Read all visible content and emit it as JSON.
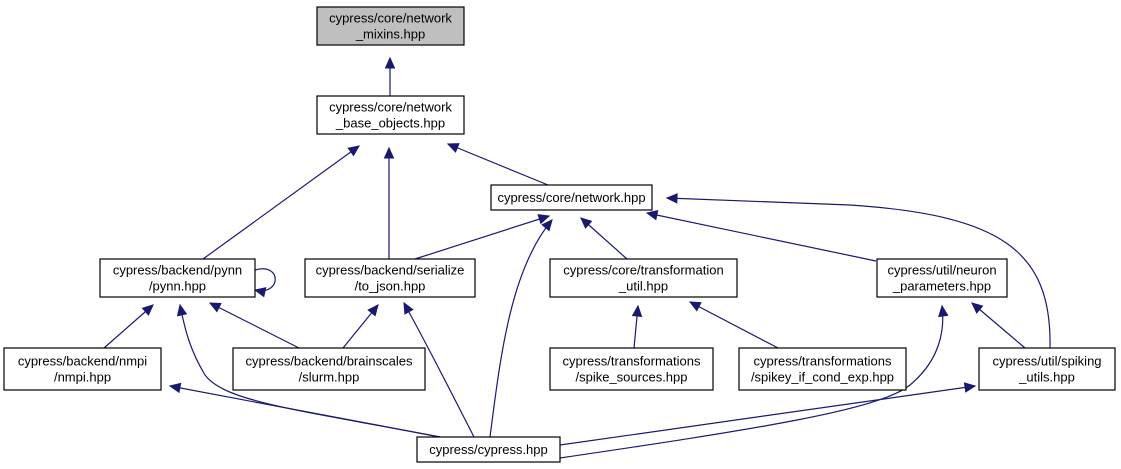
{
  "graph": {
    "nodes": [
      {
        "id": "network_mixins",
        "lines": [
          "cypress/core/network",
          "_mixins.hpp"
        ],
        "current": true
      },
      {
        "id": "network_base_objects",
        "lines": [
          "cypress/core/network",
          "_base_objects.hpp"
        ]
      },
      {
        "id": "network",
        "lines": [
          "cypress/core/network.hpp"
        ]
      },
      {
        "id": "pynn",
        "lines": [
          "cypress/backend/pynn",
          "/pynn.hpp"
        ]
      },
      {
        "id": "to_json",
        "lines": [
          "cypress/backend/serialize",
          "/to_json.hpp"
        ]
      },
      {
        "id": "transformation_util",
        "lines": [
          "cypress/core/transformation",
          "_util.hpp"
        ]
      },
      {
        "id": "neuron_parameters",
        "lines": [
          "cypress/util/neuron",
          "_parameters.hpp"
        ]
      },
      {
        "id": "nmpi",
        "lines": [
          "cypress/backend/nmpi",
          "/nmpi.hpp"
        ]
      },
      {
        "id": "slurm",
        "lines": [
          "cypress/backend/brainscales",
          "/slurm.hpp"
        ]
      },
      {
        "id": "spike_sources",
        "lines": [
          "cypress/transformations",
          "/spike_sources.hpp"
        ]
      },
      {
        "id": "spikey_if_cond_exp",
        "lines": [
          "cypress/transformations",
          "/spikey_if_cond_exp.hpp"
        ]
      },
      {
        "id": "spiking_utils",
        "lines": [
          "cypress/util/spiking",
          "_utils.hpp"
        ]
      },
      {
        "id": "cypress",
        "lines": [
          "cypress/cypress.hpp"
        ]
      }
    ],
    "edges": [
      {
        "from": "network_base_objects",
        "to": "network_mixins"
      },
      {
        "from": "network",
        "to": "network_base_objects"
      },
      {
        "from": "pynn",
        "to": "network_base_objects"
      },
      {
        "from": "to_json",
        "to": "network_base_objects"
      },
      {
        "from": "to_json",
        "to": "network"
      },
      {
        "from": "transformation_util",
        "to": "network"
      },
      {
        "from": "neuron_parameters",
        "to": "network"
      },
      {
        "from": "spiking_utils",
        "to": "network"
      },
      {
        "from": "cypress",
        "to": "network"
      },
      {
        "from": "pynn",
        "to": "pynn"
      },
      {
        "from": "nmpi",
        "to": "pynn"
      },
      {
        "from": "slurm",
        "to": "pynn"
      },
      {
        "from": "cypress",
        "to": "pynn"
      },
      {
        "from": "slurm",
        "to": "to_json"
      },
      {
        "from": "cypress",
        "to": "to_json"
      },
      {
        "from": "spike_sources",
        "to": "transformation_util"
      },
      {
        "from": "spikey_if_cond_exp",
        "to": "transformation_util"
      },
      {
        "from": "spiking_utils",
        "to": "neuron_parameters"
      },
      {
        "from": "cypress",
        "to": "neuron_parameters"
      },
      {
        "from": "cypress",
        "to": "nmpi"
      },
      {
        "from": "cypress",
        "to": "spiking_utils"
      }
    ]
  },
  "colors": {
    "edge": "#191970",
    "current_node_fill": "#bfbfbf",
    "node_fill": "#ffffff",
    "node_border": "#000000"
  }
}
